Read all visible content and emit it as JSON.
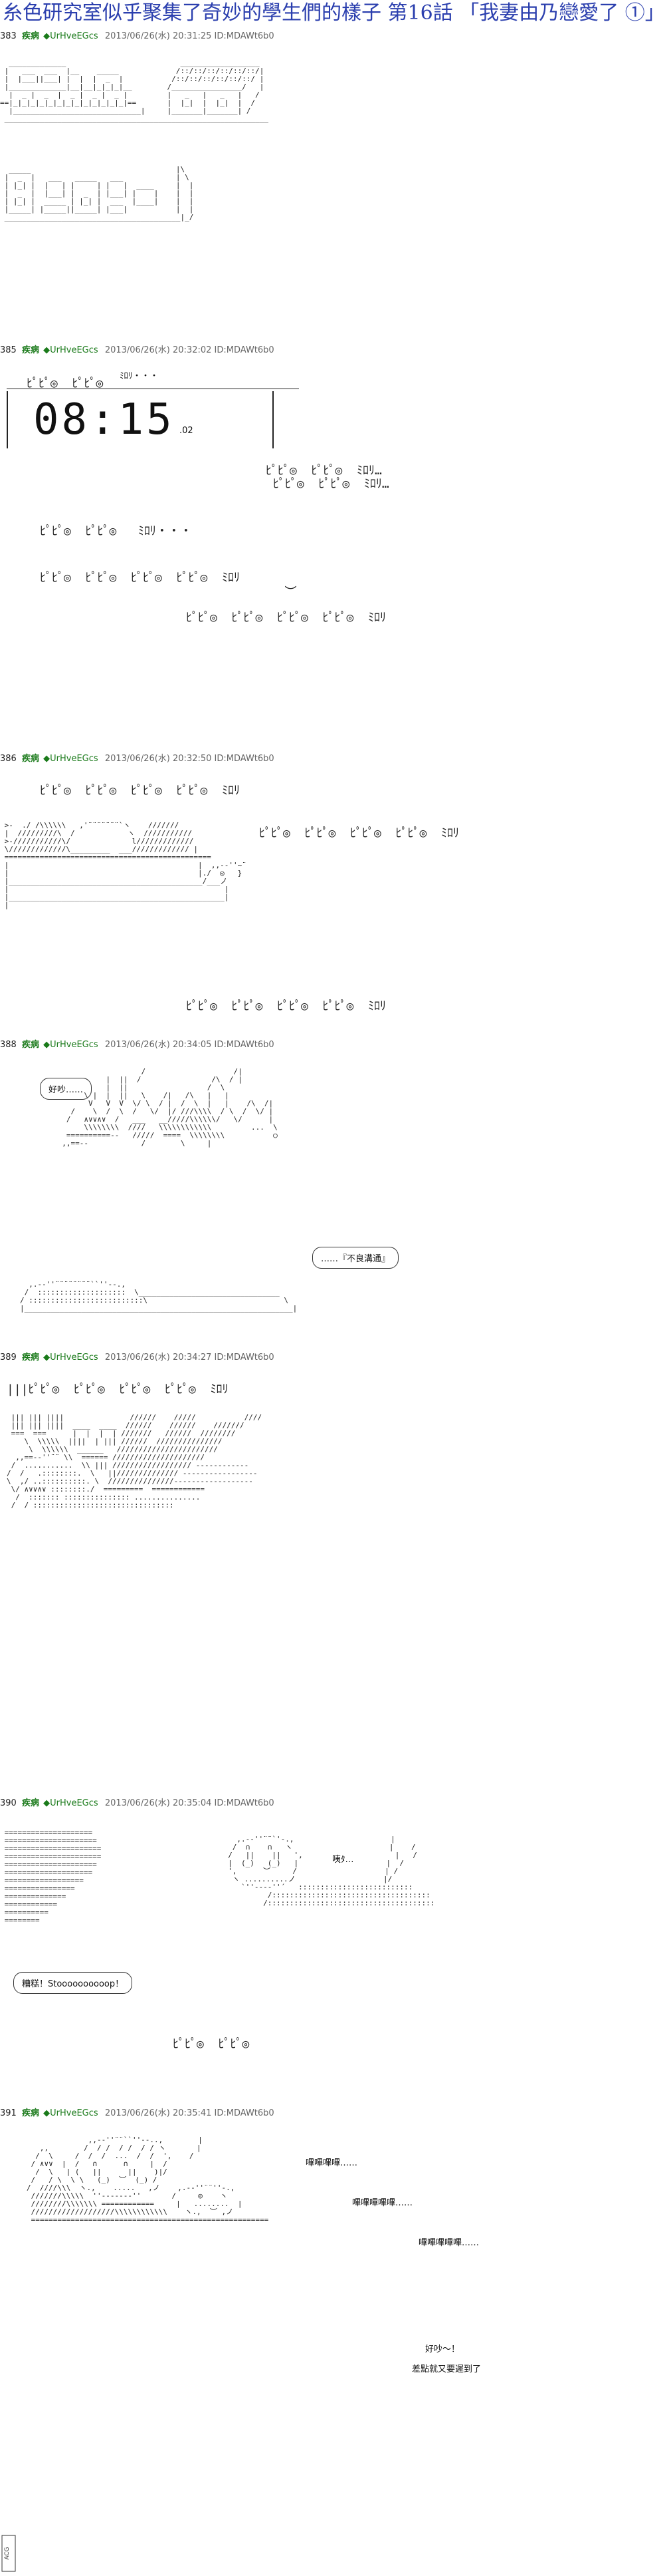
{
  "title": "糸色研究室似乎聚集了奇妙的學生們的樣子 第16話 「我妻由乃戀愛了 ①」",
  "posts": [
    {
      "num": "383",
      "name": "疾病",
      "trip": "◆UrHveEGcs",
      "meta": "2013/06/26(水) 20:31:25 ID:MDAWt6b0"
    },
    {
      "num": "385",
      "name": "疾病",
      "trip": "◆UrHveEGcs",
      "meta": "2013/06/26(水) 20:32:02 ID:MDAWt6b0"
    },
    {
      "num": "386",
      "name": "疾病",
      "trip": "◆UrHveEGcs",
      "meta": "2013/06/26(水) 20:32:50 ID:MDAWt6b0"
    },
    {
      "num": "388",
      "name": "疾病",
      "trip": "◆UrHveEGcs",
      "meta": "2013/06/26(水) 20:34:05 ID:MDAWt6b0"
    },
    {
      "num": "389",
      "name": "疾病",
      "trip": "◆UrHveEGcs",
      "meta": "2013/06/26(水) 20:34:27 ID:MDAWt6b0"
    },
    {
      "num": "390",
      "name": "疾病",
      "trip": "◆UrHveEGcs",
      "meta": "2013/06/26(水) 20:35:04 ID:MDAWt6b0"
    },
    {
      "num": "391",
      "name": "疾病",
      "trip": "◆UrHveEGcs",
      "meta": "2013/06/26(水) 20:35:41 ID:MDAWt6b0"
    }
  ],
  "dialogue": {
    "clock": "08:15",
    "clock_sec": ".02",
    "blink": "ﾐﾛﾘ",
    "blink_dots": "ﾐﾛﾘ・・・",
    "so_noisy": "好吵……",
    "not_good_situation": "……『不良溝通』",
    "wait_small": "咦ﾀ…",
    "dammit": "糟糕！Stoooooooooop！",
    "clatter1": "嗶嗶嗶嗶……",
    "clatter2": "嗶嗶嗶嗶嗶……",
    "clatter3": "嗶嗶嗶嗶嗶……",
    "so_noisy2": "好吵～！",
    "almost_late": "差點就又要遲到了"
  },
  "watermark": "ACG"
}
